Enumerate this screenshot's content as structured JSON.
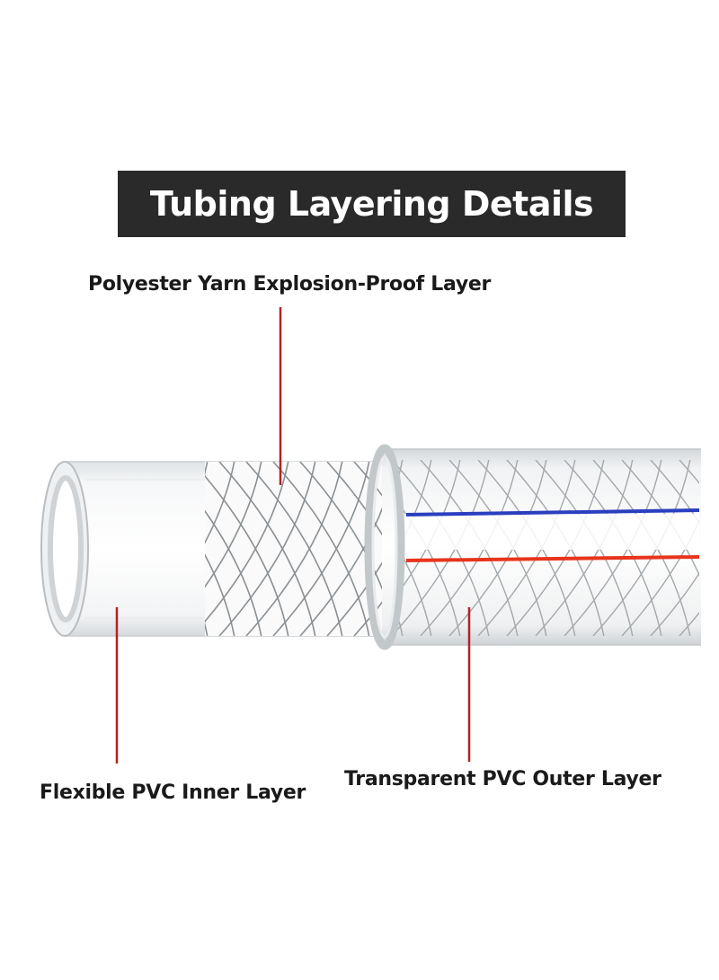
{
  "title": "Tubing Layering Details",
  "labels": {
    "yarn_layer": "Polyester Yarn Explosion-Proof Layer",
    "inner_layer": "Flexible PVC Inner Layer",
    "outer_layer": "Transparent PVC Outer Layer"
  },
  "colors": {
    "title_background": "#2a2a2a",
    "title_text": "#ffffff",
    "leader_line": "#b22222",
    "stripe_blue": "#2a3fbf",
    "stripe_red": "#e8341c"
  }
}
